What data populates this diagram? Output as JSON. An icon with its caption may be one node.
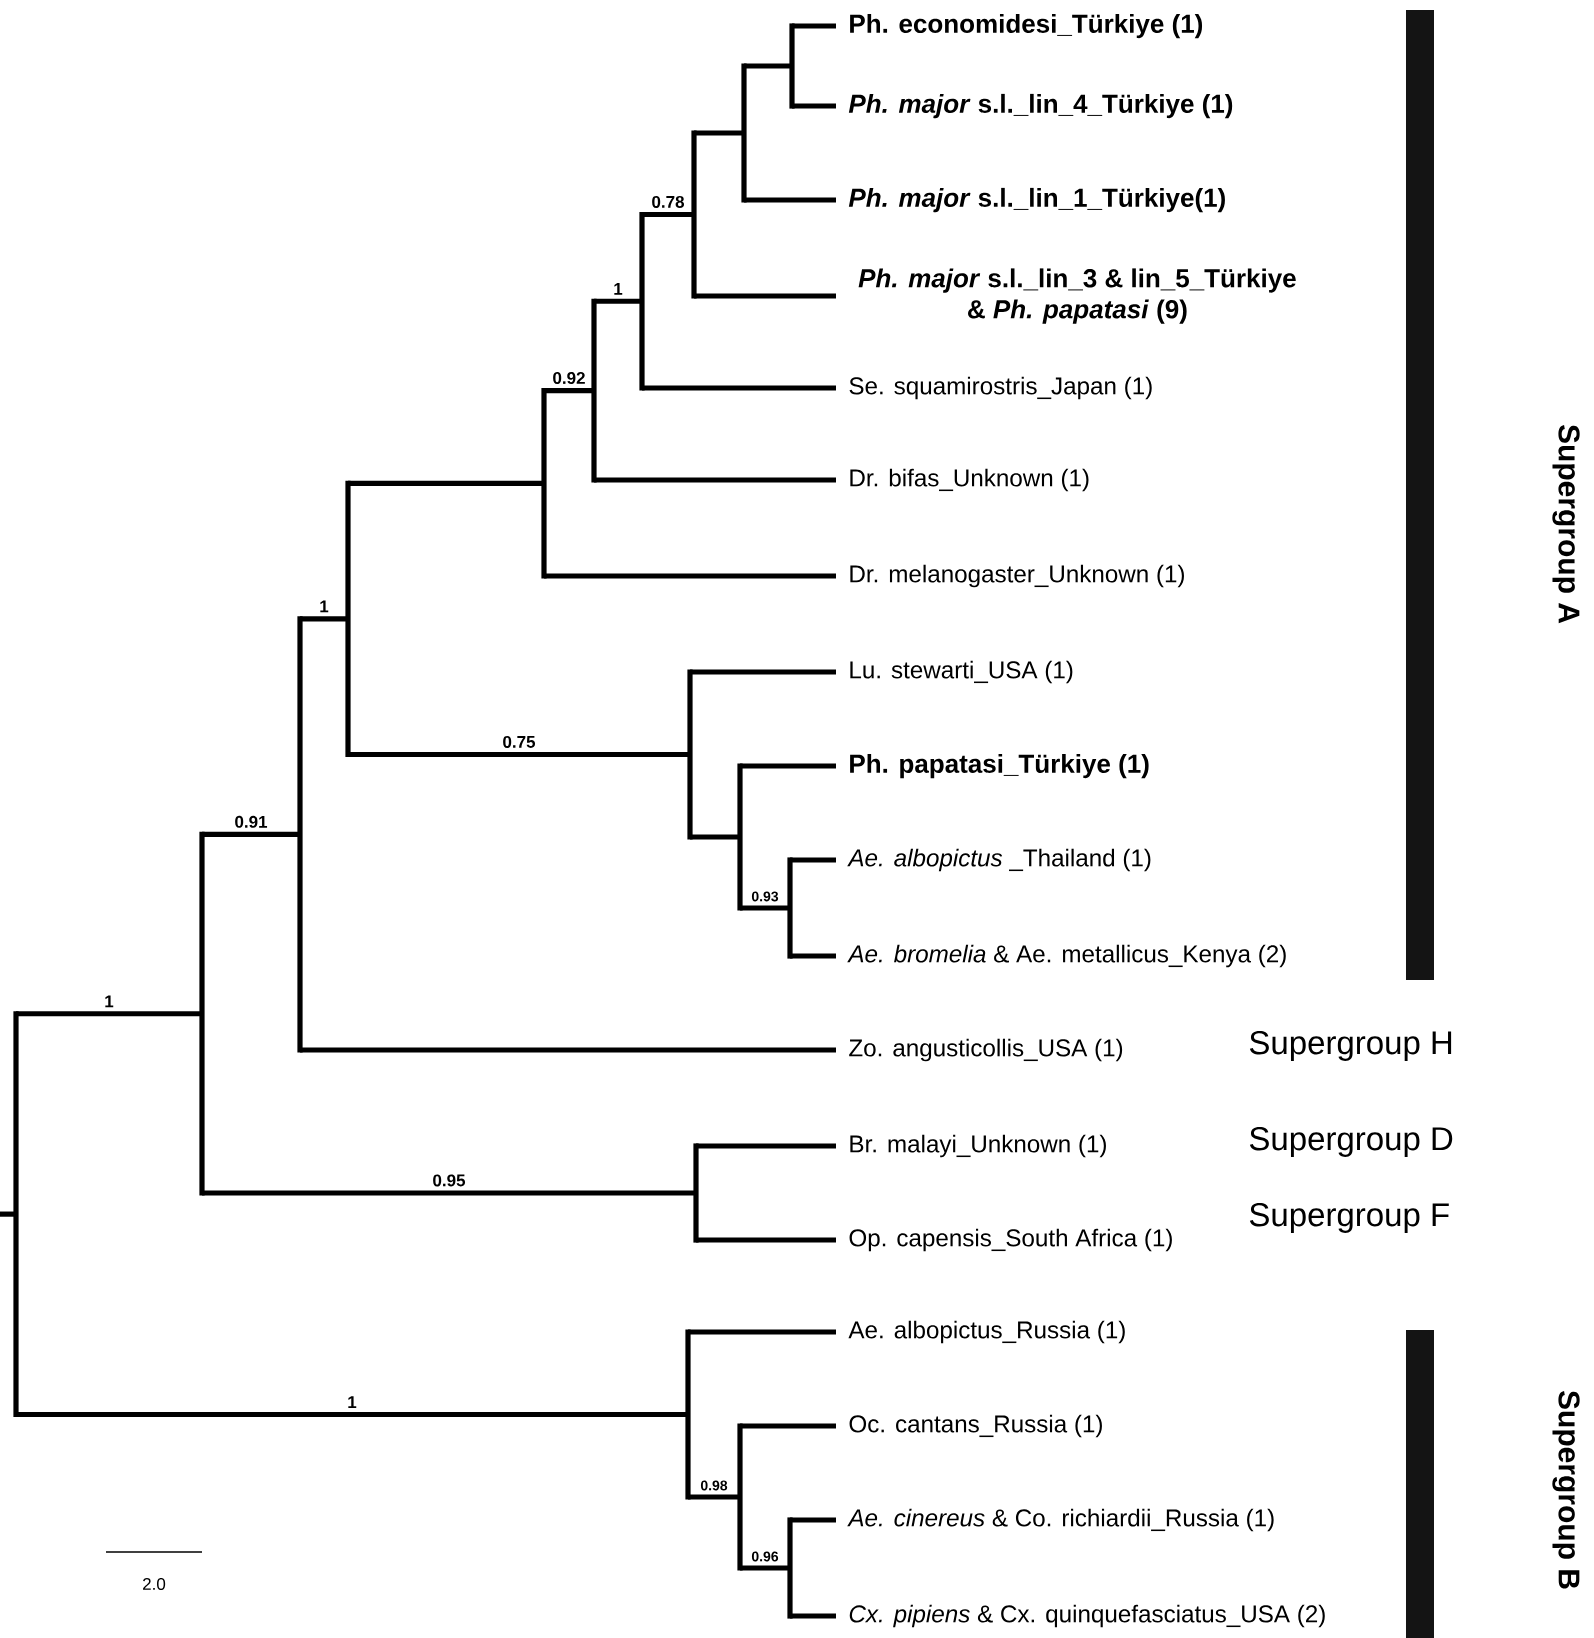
{
  "diagram": {
    "nodes": [
      {
        "text": [
          "Ph. economidesi_Türkiye (1)"
        ]
      },
      {
        "text": [
          "*Ph. major* s.l._lin_4_Türkiye (1)"
        ]
      },
      {
        "text": [
          "*Ph. major* s.l._lin_1_Türkiye(1)"
        ]
      },
      {
        "text": [
          "*Ph. major* s.l._lin_3 & lin_5_Türkiye & *Ph. papatasi* (9)"
        ]
      },
      {
        "text": [
          "Se. squamirostris_Japan (1)"
        ]
      },
      {
        "text": [
          "Dr. bifas_Unknown (1)"
        ]
      },
      {
        "text": [
          "Dr. melanogaster_Unknown (1)"
        ]
      },
      {
        "text": [
          "Lu. stewarti_USA (1)"
        ]
      },
      {
        "text": [
          "Ph. papatasi_Türkiye (1)"
        ]
      },
      {
        "text": [
          "*Ae. albopictus* _Thailand (1)"
        ]
      },
      {
        "text": [
          "*Ae. bromelia* & Ae. metallicus_Kenya (2)"
        ]
      },
      {
        "text": [
          "Zo. angusticollis_USA (1)"
        ]
      },
      {
        "text": [
          "Br. malayi_Unknown (1)"
        ]
      },
      {
        "text": [
          "Op. capensis_South Africa (1)"
        ]
      },
      {
        "text": [
          "Ae. albopictus_Russia (1)"
        ]
      },
      {
        "text": [
          "Oc. cantans_Russia (1)"
        ]
      },
      {
        "text": [
          "*Ae. cinereus* & Co. richiardii_Russia (1)"
        ]
      },
      {
        "text": [
          "*Cx. pipiens* & Cx. quinquefasciatus_USA (2)"
        ]
      },
      {
        "text": [],
        "shape": "bar"
      },
      {
        "text": [],
        "shape": "bar"
      },
      {
        "text": [],
        "shape": "bar"
      },
      {
        "text": [],
        "shape": "bar"
      },
      {
        "text": [],
        "shape": "bar"
      },
      {
        "text": [],
        "shape": "bar"
      },
      {
        "text": [],
        "shape": "bar"
      },
      {
        "text": [],
        "shape": "bar"
      },
      {
        "text": [],
        "shape": "bar"
      },
      {
        "text": [],
        "shape": "bar"
      },
      {
        "text": [],
        "shape": "bar"
      },
      {
        "text": [],
        "shape": "bar"
      },
      {
        "text": [],
        "shape": "bar"
      },
      {
        "text": [],
        "shape": "bar"
      },
      {
        "text": [],
        "shape": "bar"
      },
      {
        "text": [],
        "shape": "bar"
      },
      {
        "text": [],
        "shape": "bar"
      }
    ],
    "edges": [
      {
        "from": 18,
        "to": 19,
        "arrow": "none",
        "label": "1"
      },
      {
        "from": 18,
        "to": 32,
        "arrow": "none",
        "label": "1"
      },
      {
        "from": 19,
        "to": 20,
        "arrow": "none",
        "label": "0.91"
      },
      {
        "from": 19,
        "to": 31,
        "arrow": "none",
        "label": "0.95"
      },
      {
        "from": 20,
        "to": 21,
        "arrow": "none",
        "label": "1"
      },
      {
        "from": 20,
        "to": 11,
        "arrow": "none"
      },
      {
        "from": 21,
        "to": 22,
        "arrow": "none"
      },
      {
        "from": 21,
        "to": 28,
        "arrow": "none",
        "label": "0.75"
      },
      {
        "from": 22,
        "to": 23,
        "arrow": "none",
        "label": "0.92"
      },
      {
        "from": 22,
        "to": 6,
        "arrow": "none"
      },
      {
        "from": 23,
        "to": 24,
        "arrow": "none",
        "label": "1"
      },
      {
        "from": 23,
        "to": 5,
        "arrow": "none"
      },
      {
        "from": 24,
        "to": 25,
        "arrow": "none",
        "label": "0.78"
      },
      {
        "from": 24,
        "to": 4,
        "arrow": "none"
      },
      {
        "from": 25,
        "to": 26,
        "arrow": "none"
      },
      {
        "from": 25,
        "to": 3,
        "arrow": "none"
      },
      {
        "from": 26,
        "to": 27,
        "arrow": "none"
      },
      {
        "from": 26,
        "to": 2,
        "arrow": "none"
      },
      {
        "from": 27,
        "to": 0,
        "arrow": "none"
      },
      {
        "from": 27,
        "to": 1,
        "arrow": "none"
      },
      {
        "from": 28,
        "to": 7,
        "arrow": "none"
      },
      {
        "from": 28,
        "to": 29,
        "arrow": "none"
      },
      {
        "from": 29,
        "to": 8,
        "arrow": "none"
      },
      {
        "from": 29,
        "to": 30,
        "arrow": "none",
        "label": "0.93"
      },
      {
        "from": 30,
        "to": 9,
        "arrow": "none"
      },
      {
        "from": 30,
        "to": 10,
        "arrow": "none"
      },
      {
        "from": 31,
        "to": 12,
        "arrow": "none"
      },
      {
        "from": 31,
        "to": 13,
        "arrow": "none"
      },
      {
        "from": 32,
        "to": 14,
        "arrow": "none"
      },
      {
        "from": 32,
        "to": 33,
        "arrow": "none",
        "label": "0.98"
      },
      {
        "from": 33,
        "to": 15,
        "arrow": "none"
      },
      {
        "from": 33,
        "to": 34,
        "arrow": "none",
        "label": "0.96"
      },
      {
        "from": 34,
        "to": 16,
        "arrow": "none"
      },
      {
        "from": 34,
        "to": 17,
        "arrow": "none"
      },
      {
        "from": null,
        "to": 18,
        "arrow": "none"
      }
    ],
    "labels": [
      "Supergroup A",
      "Supergroup H",
      "Supergroup D",
      "Supergroup F",
      "Supergroup B",
      "2.0"
    ]
  }
}
